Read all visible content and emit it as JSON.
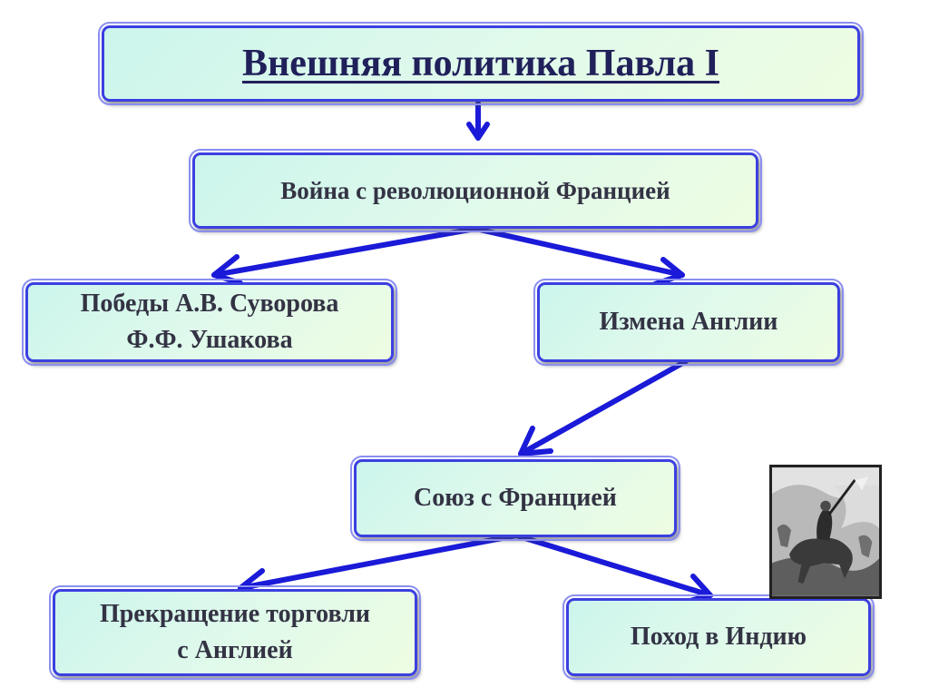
{
  "title": "Внешняя политика Павла I",
  "nodes": {
    "war": "Война с революционной Францией",
    "victories": {
      "line1": "Победы А.В. Суворова",
      "line2": "Ф.Ф. Ушакова"
    },
    "betrayal": "Измена Англии",
    "alliance": "Союз с Францией",
    "trade": {
      "line1": "Прекращение торговли",
      "line2": "с Англией"
    },
    "india": "Поход в Индию"
  },
  "colors": {
    "arrow": "#1a1ad8",
    "border": "#3b40e0",
    "box_fill": "#def9ec"
  }
}
